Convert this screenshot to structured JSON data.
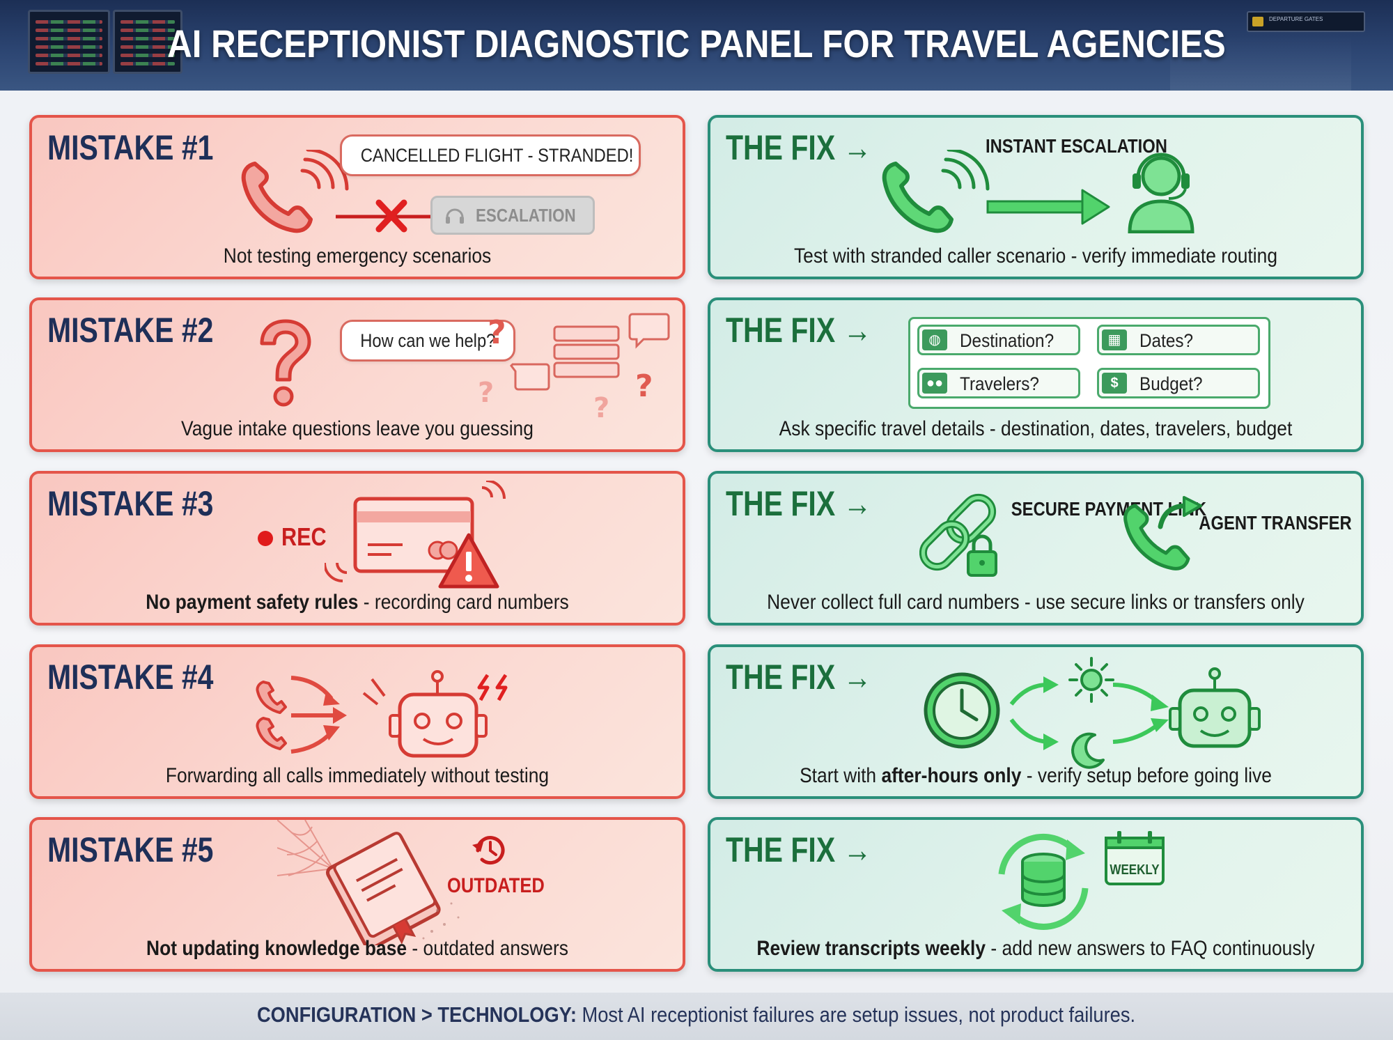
{
  "header": {
    "title": "AI RECEPTIONIST DIAGNOSTIC PANEL FOR TRAVEL AGENCIES",
    "sign_text": "DEPARTURE GATES"
  },
  "colors": {
    "mistake_border": "#e4554a",
    "mistake_fill": "#fbd9d2",
    "fix_border": "#2a8f7a",
    "fix_fill": "#e1f3ec",
    "mistake_title": "#1e2f58",
    "fix_title": "#1b6f3c",
    "alert_red": "#c81e1e",
    "success_green": "#3cc85a"
  },
  "mistakes": [
    {
      "label": "MISTAKE #1",
      "caption": "Not testing emergency scenarios",
      "bubble": "CANCELLED FLIGHT - STRANDED!",
      "pill": "ESCALATION",
      "icons": [
        "phone-ringing-icon",
        "blocked-arrow-icon",
        "headset-icon"
      ]
    },
    {
      "label": "MISTAKE #2",
      "caption": "Vague intake questions leave you guessing",
      "bubble": "How can we help?",
      "icons": [
        "question-mark-icon",
        "chat-bubbles-icon"
      ]
    },
    {
      "label": "MISTAKE #3",
      "caption_bold": "No payment safety rules",
      "caption_rest": " - recording card numbers",
      "rec_label": "REC",
      "icons": [
        "record-dot-icon",
        "credit-card-icon",
        "warning-icon"
      ]
    },
    {
      "label": "MISTAKE #4",
      "caption": "Forwarding all calls immediately without testing",
      "icons": [
        "phones-arrows-icon",
        "robot-icon"
      ]
    },
    {
      "label": "MISTAKE #5",
      "caption_bold": "Not updating knowledge base",
      "caption_rest": " - outdated answers",
      "outdated_label": "OUTDATED",
      "icons": [
        "cobweb-book-icon",
        "history-clock-icon"
      ]
    }
  ],
  "fixes": [
    {
      "label": "THE FIX →",
      "caption": "Test with stranded caller scenario - verify immediate routing",
      "arrow_label": "INSTANT ESCALATION",
      "icons": [
        "phone-ringing-icon",
        "arrow-right-icon",
        "agent-headset-icon"
      ]
    },
    {
      "label": "THE FIX →",
      "caption": "Ask specific travel details - destination, dates, travelers, budget",
      "questions": [
        {
          "text": "Destination?",
          "icon": "globe-icon"
        },
        {
          "text": "Dates?",
          "icon": "calendar-icon"
        },
        {
          "text": "Travelers?",
          "icon": "people-icon"
        },
        {
          "text": "Budget?",
          "icon": "dollar-icon"
        }
      ]
    },
    {
      "label": "THE FIX →",
      "caption": "Never collect full card numbers - use secure links or transfers only",
      "link_label": "SECURE PAYMENT LINK",
      "transfer_label": "AGENT TRANSFER",
      "icons": [
        "chain-lock-icon",
        "phone-forward-icon"
      ]
    },
    {
      "label": "THE FIX →",
      "caption_pre": "Start with ",
      "caption_bold": "after-hours only",
      "caption_rest": " - verify setup before going live",
      "icons": [
        "clock-icon",
        "sun-icon",
        "moon-icon",
        "robot-icon"
      ]
    },
    {
      "label": "THE FIX →",
      "caption_bold": "Review transcripts weekly",
      "caption_rest": " - add new answers to FAQ continuously",
      "weekly_label": "WEEKLY",
      "icons": [
        "database-sync-icon",
        "weekly-calendar-icon"
      ]
    }
  ],
  "footer": {
    "bold": "CONFIGURATION > TECHNOLOGY:",
    "rest": " Most AI receptionist failures are setup issues, not product failures."
  }
}
